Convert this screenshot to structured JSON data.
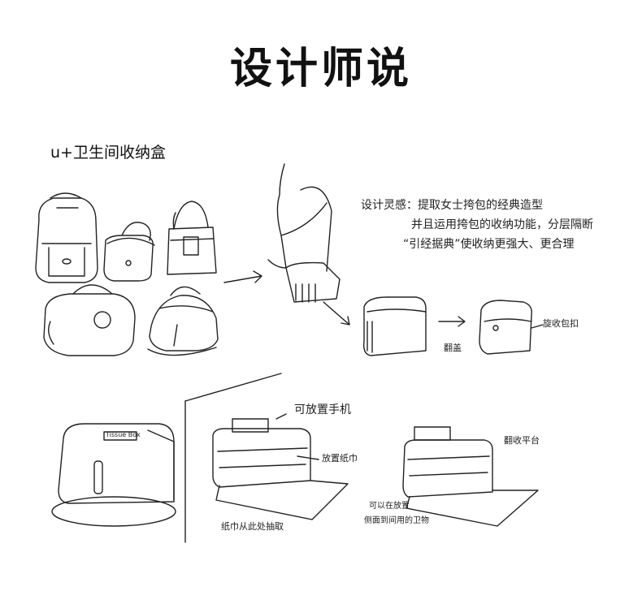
{
  "title": "设计师说",
  "subtitle": "u+卫生间收纳盒",
  "inspiration": {
    "line1": "设计灵感：提取女士挎包的经典造型",
    "line2": "并且运用挎包的收纳功能，分层隔断",
    "line3": "“引经据典”使收纳更强大、更合理"
  },
  "annotations": {
    "flip": "翻盖",
    "tuck": "旋收包扣",
    "phone": "可放置手机",
    "tissue": "放置纸巾",
    "pull": "纸巾从此处抽取",
    "flip_platform": "翻收平台",
    "usage_1": "可以在放置",
    "usage_2": "侧面到间用的卫物"
  },
  "product_label": "Tissue Box"
}
